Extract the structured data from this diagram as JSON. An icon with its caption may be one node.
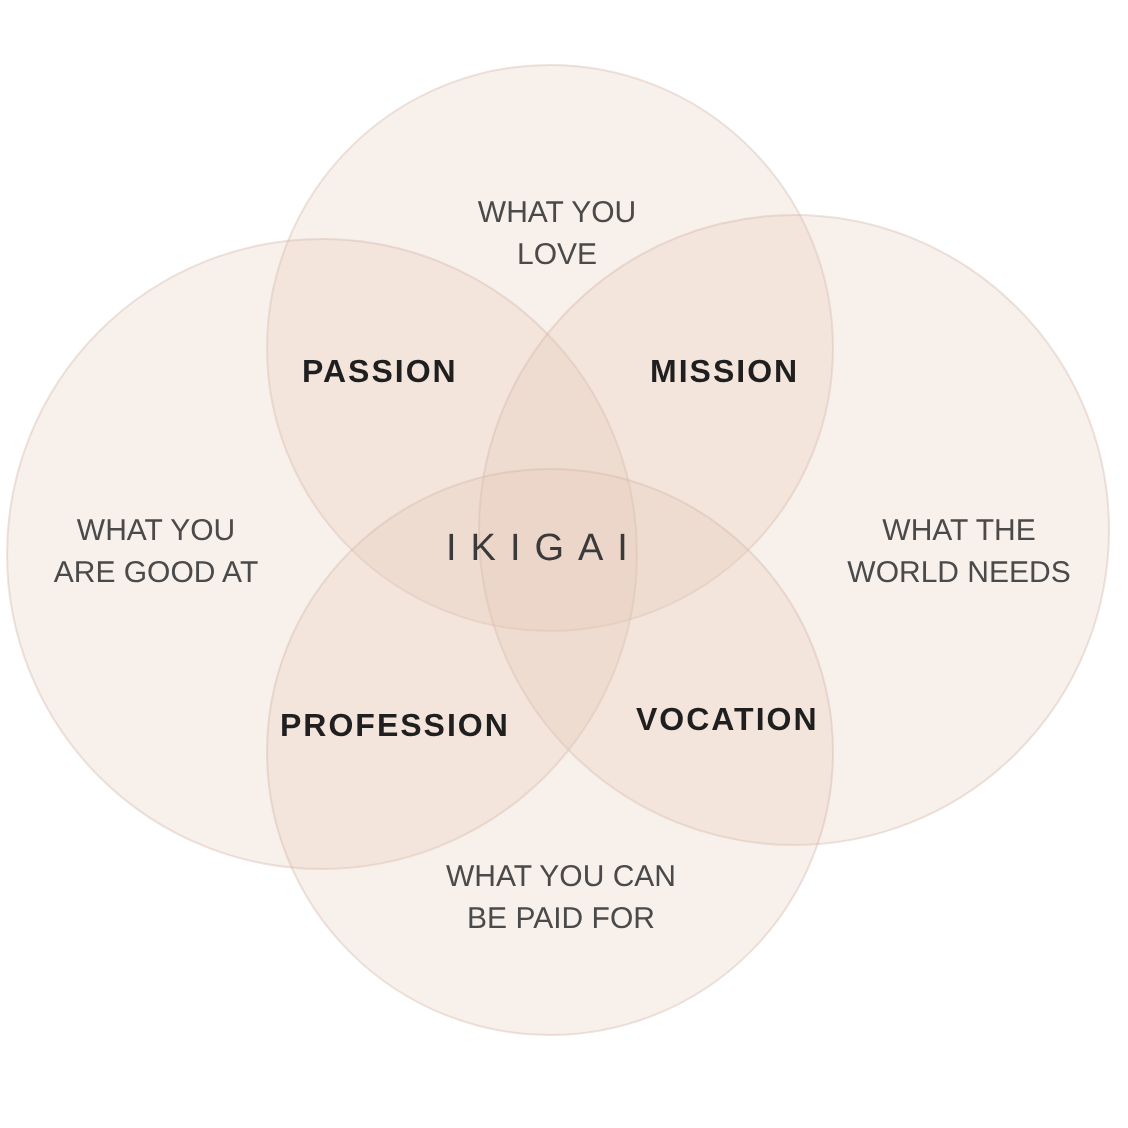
{
  "diagram": {
    "nodes": [
      {
        "text": [
          "WHAT YOU LOVE"
        ]
      },
      {
        "text": [
          "WHAT YOU ARE GOOD AT"
        ]
      },
      {
        "text": [
          "WHAT THE WORLD NEEDS"
        ]
      },
      {
        "text": [
          "WHAT YOU CAN BE PAID FOR"
        ]
      }
    ],
    "labels": [
      "PASSION",
      "MISSION",
      "IKIGAI",
      "PROFESSION",
      "VOCATION"
    ]
  }
}
